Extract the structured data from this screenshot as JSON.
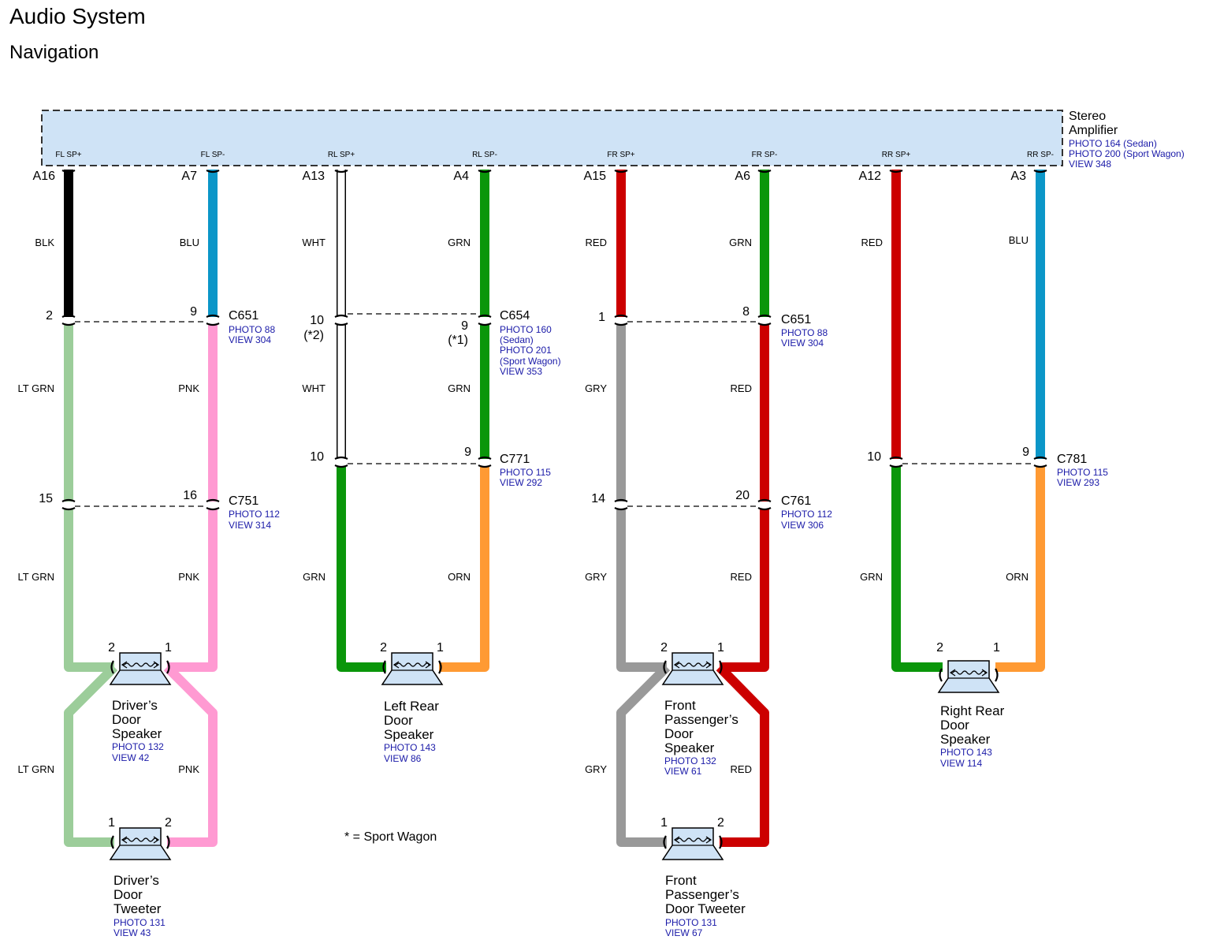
{
  "title": "Audio System",
  "subtitle": "Navigation",
  "colors": {
    "BLK": "#000000",
    "BLU": "#0b96c8",
    "WHT": "#ffffff",
    "GRN": "#0a960a",
    "RED": "#cc0000",
    "LT GRN": "#9ccd9a",
    "PNK": "#ff9ad2",
    "GRY": "#999999",
    "ORN": "#ff9a33",
    "module_fill": "#cfe3f6",
    "ref_text": "#1a1aa8"
  },
  "amplifier": {
    "name_line1": "Stereo",
    "name_line2": "Amplifier",
    "ref1": "PHOTO 164 (Sedan)",
    "ref2": "PHOTO 200 (Sport Wagon)",
    "ref3": "VIEW 348",
    "pins": [
      {
        "signal": "FL SP+",
        "pin": "A16"
      },
      {
        "signal": "FL SP-",
        "pin": "A7"
      },
      {
        "signal": "RL SP+",
        "pin": "A13"
      },
      {
        "signal": "RL SP-",
        "pin": "A4"
      },
      {
        "signal": "FR SP+",
        "pin": "A15"
      },
      {
        "signal": "FR SP-",
        "pin": "A6"
      },
      {
        "signal": "RR SP+",
        "pin": "A12"
      },
      {
        "signal": "RR SP-",
        "pin": "A3"
      }
    ]
  },
  "wire_labels": {
    "w1": [
      "BLK",
      "LT GRN",
      "LT GRN",
      "LT GRN"
    ],
    "w2": [
      "BLU",
      "PNK",
      "PNK",
      "PNK"
    ],
    "w3": [
      "WHT",
      "WHT",
      "GRN"
    ],
    "w4": [
      "GRN",
      "GRN",
      "ORN"
    ],
    "w5": [
      "RED",
      "GRY",
      "GRY",
      "GRY"
    ],
    "w6": [
      "GRN",
      "RED",
      "RED",
      "RED"
    ],
    "w7": [
      "RED",
      "GRN"
    ],
    "w8": [
      "BLU",
      "ORN"
    ]
  },
  "connectors": {
    "c651_left": {
      "name": "C651",
      "ref1": "PHOTO 88",
      "ref2": "VIEW 304",
      "pin_a": "2",
      "pin_b": "9"
    },
    "c751": {
      "name": "C751",
      "ref1": "PHOTO 112",
      "ref2": "VIEW 314",
      "pin_a": "15",
      "pin_b": "16"
    },
    "c654": {
      "name": "C654",
      "ref1": "PHOTO 160",
      "ref2": "(Sedan)",
      "ref3": "PHOTO 201",
      "ref4": "(Sport Wagon)",
      "ref5": "VIEW 353",
      "pin_a": "10",
      "pin_a_note": "(*2)",
      "pin_b": "9",
      "pin_b_note": "(*1)"
    },
    "c771": {
      "name": "C771",
      "ref1": "PHOTO 115",
      "ref2": "VIEW 292",
      "pin_a": "10",
      "pin_b": "9"
    },
    "c651_right": {
      "name": "C651",
      "ref1": "PHOTO 88",
      "ref2": "VIEW 304",
      "pin_a": "1",
      "pin_b": "8"
    },
    "c761": {
      "name": "C761",
      "ref1": "PHOTO 112",
      "ref2": "VIEW 306",
      "pin_a": "14",
      "pin_b": "20"
    },
    "c781": {
      "name": "C781",
      "ref1": "PHOTO 115",
      "ref2": "VIEW 293",
      "pin_a": "10",
      "pin_b": "9"
    }
  },
  "speakers": {
    "driver_door": {
      "line1": "Driver’s",
      "line2": "Door",
      "line3": "Speaker",
      "ref1": "PHOTO 132",
      "ref2": "VIEW 42",
      "pin_left": "2",
      "pin_right": "1"
    },
    "driver_tweeter": {
      "line1": "Driver’s",
      "line2": "Door",
      "line3": "Tweeter",
      "ref1": "PHOTO 131",
      "ref2": "VIEW 43",
      "pin_left": "1",
      "pin_right": "2"
    },
    "left_rear": {
      "line1": "Left Rear",
      "line2": "Door",
      "line3": "Speaker",
      "ref1": "PHOTO 143",
      "ref2": "VIEW 86",
      "pin_left": "2",
      "pin_right": "1"
    },
    "front_pass": {
      "line1": "Front",
      "line2": "Passenger’s",
      "line3": "Door",
      "line4": "Speaker",
      "ref1": "PHOTO 132",
      "ref2": "VIEW 61",
      "pin_left": "2",
      "pin_right": "1"
    },
    "front_pass_tweeter": {
      "line1": "Front",
      "line2": "Passenger’s",
      "line3": "Door Tweeter",
      "ref1": "PHOTO 131",
      "ref2": "VIEW 67",
      "pin_left": "1",
      "pin_right": "2"
    },
    "right_rear": {
      "line1": "Right Rear",
      "line2": "Door",
      "line3": "Speaker",
      "ref1": "PHOTO 143",
      "ref2": "VIEW 114",
      "pin_left": "2",
      "pin_right": "1"
    }
  },
  "note": "* = Sport Wagon"
}
